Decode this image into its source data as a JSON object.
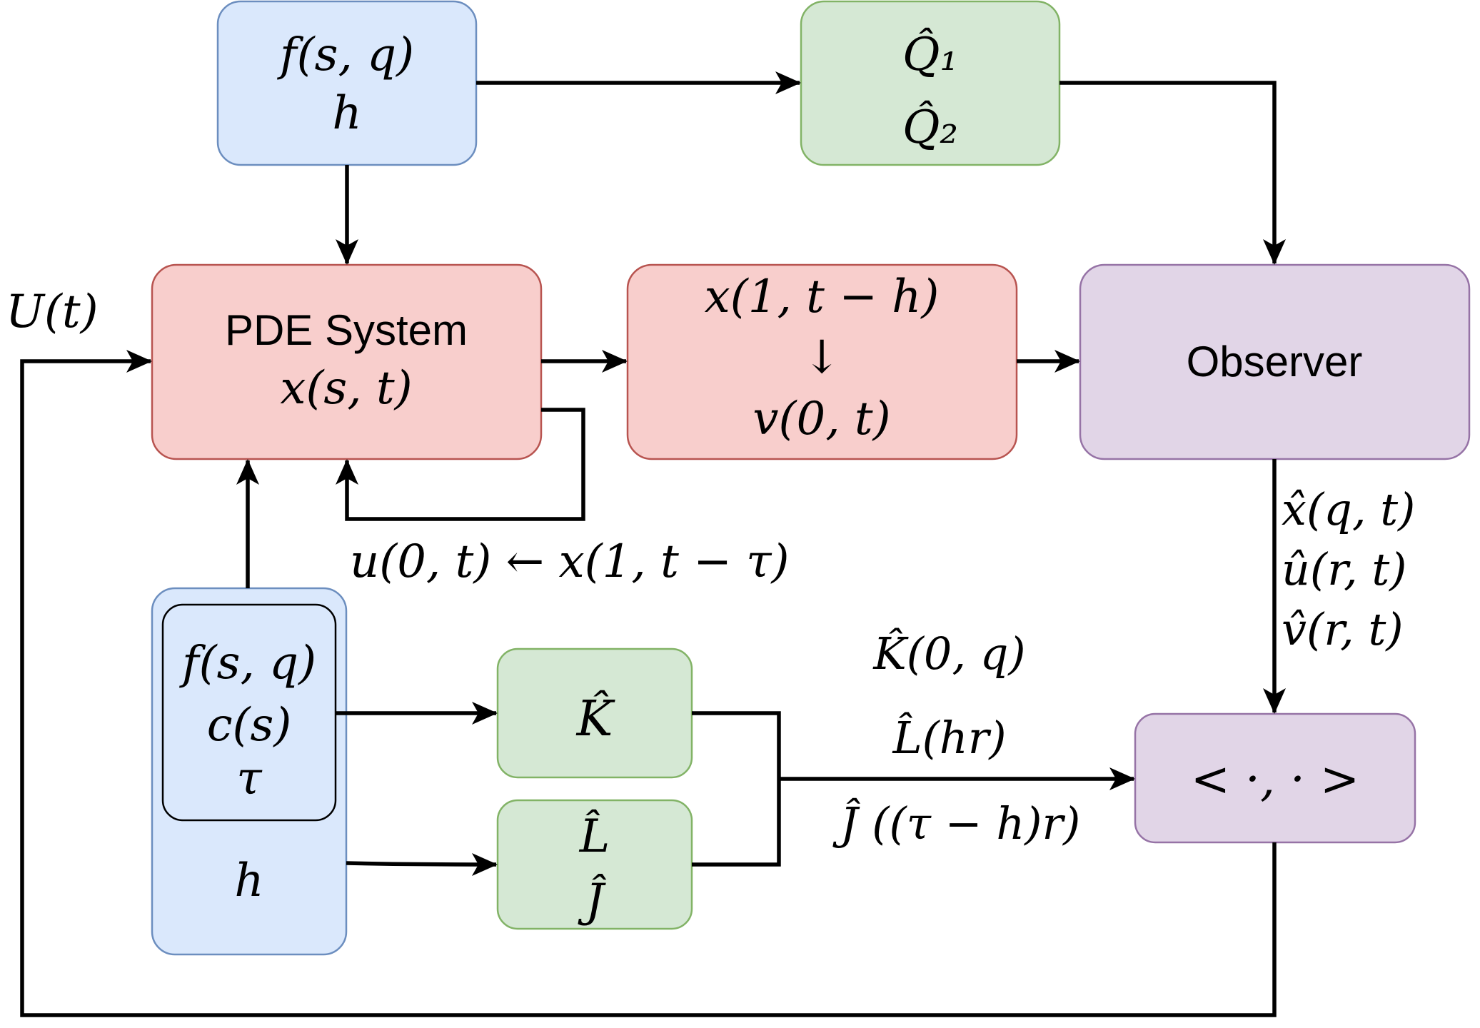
{
  "colors": {
    "blue_fill": "#dae8fc",
    "blue_stroke": "#6c8ebf",
    "green_fill": "#d5e8d4",
    "green_stroke": "#82b366",
    "red_fill": "#f8cecc",
    "red_stroke": "#b85450",
    "purple_fill": "#e1d5e7",
    "purple_stroke": "#9673a6",
    "edge": "#000000"
  },
  "nodes": {
    "top_params": {
      "line1": "f(s, q)",
      "line2": "h"
    },
    "q_hat": {
      "line1": "Q̂₁",
      "line2": "Q̂₂"
    },
    "pde_system": {
      "title": "PDE System",
      "state": "x(s, t)"
    },
    "delay_transform": {
      "line1": "x(1, t − h)",
      "arrow": "↓",
      "line2": "v(0, t)"
    },
    "observer": {
      "label": "Observer"
    },
    "bottom_params": {
      "inner1": "f(s, q)",
      "inner2": "c(s)",
      "inner3": "τ",
      "outer": "h"
    },
    "k_hat": {
      "label": "K̂"
    },
    "l_hat_j_hat": {
      "line1": "L̂",
      "line2": "Ĵ"
    },
    "inner_product": {
      "label": "< ·, · >"
    }
  },
  "labels": {
    "control_input": "U(t)",
    "boundary_feedback": "u(0, t) ← x(1, t − τ)",
    "estimates": [
      "x̂(q, t)",
      "û(r, t)",
      "v̂(r, t)"
    ],
    "gains": [
      "K̂(0, q)",
      "L̂(hr)",
      "Ĵ ((τ − h)r)"
    ]
  }
}
